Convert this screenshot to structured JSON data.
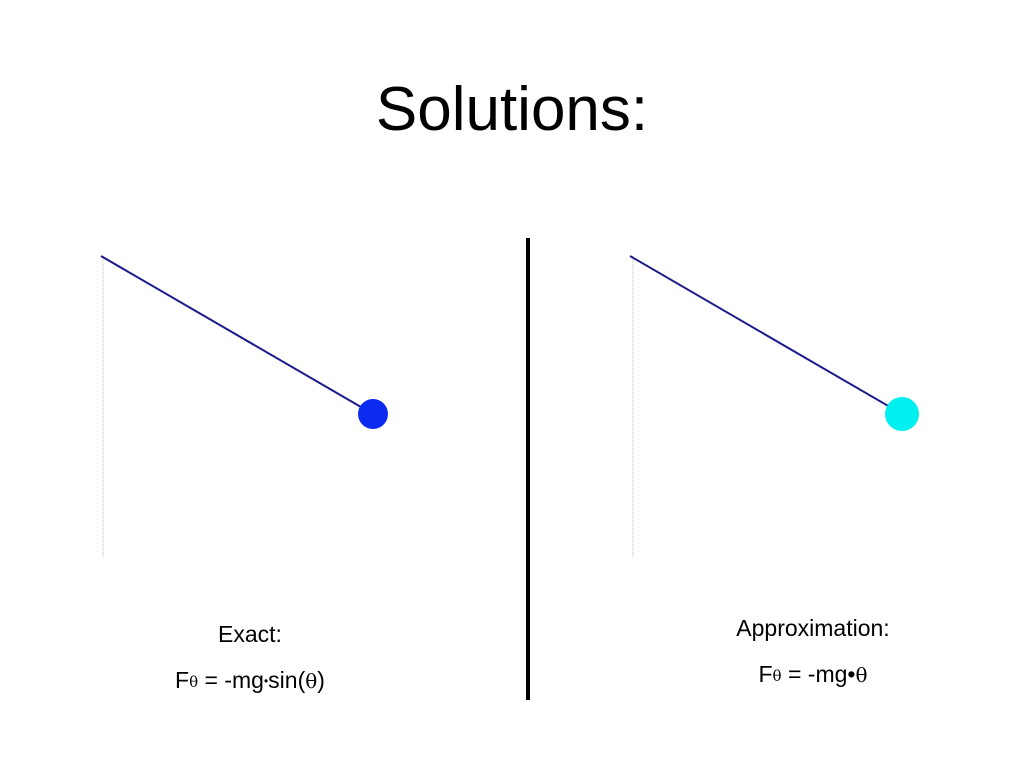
{
  "slide": {
    "title": "Solutions:"
  },
  "colors": {
    "string": "#1a1a8c",
    "plumb_line": "#bbbbbb",
    "bob_exact": "#0b2cf0",
    "bob_approx": "#00f0f0",
    "divider": "#000000"
  },
  "panels": [
    {
      "label": "Exact:",
      "formula": {
        "F": "F",
        "theta_sub": "θ",
        "middle": " = -mg",
        "dot": "•",
        "func": "sin(",
        "theta": "θ",
        "close": ")"
      }
    },
    {
      "label": "Approximation:",
      "formula": {
        "F": "F",
        "theta_sub": "θ",
        "middle": " = -mg",
        "dot": "•",
        "theta": "θ"
      }
    }
  ]
}
